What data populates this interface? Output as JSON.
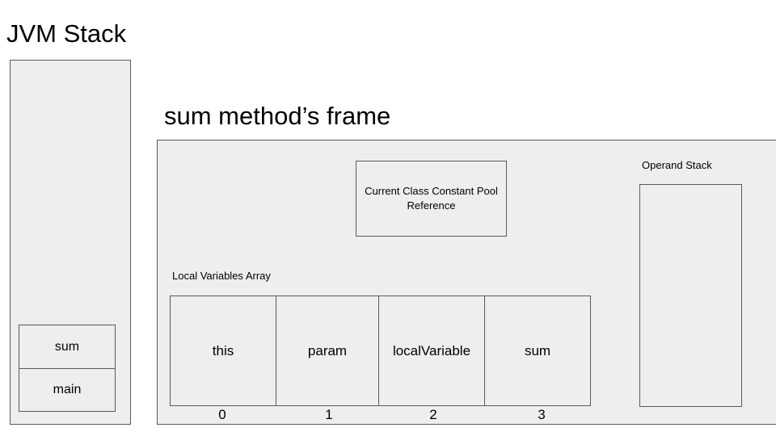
{
  "title": "JVM Stack",
  "stack": {
    "frames": [
      "sum",
      "main"
    ]
  },
  "frame": {
    "title": "sum method’s frame",
    "constant_pool_reference": "Current Class Constant Pool Reference",
    "operand_stack_label": "Operand Stack",
    "local_variables": {
      "label": "Local Variables Array",
      "slots": [
        {
          "name": "this",
          "index": "0"
        },
        {
          "name": "param",
          "index": "1"
        },
        {
          "name": "localVariable",
          "index": "2"
        },
        {
          "name": "sum",
          "index": "3"
        }
      ]
    }
  },
  "colors": {
    "box_fill": "#eeeeee",
    "box_border": "#595959"
  }
}
